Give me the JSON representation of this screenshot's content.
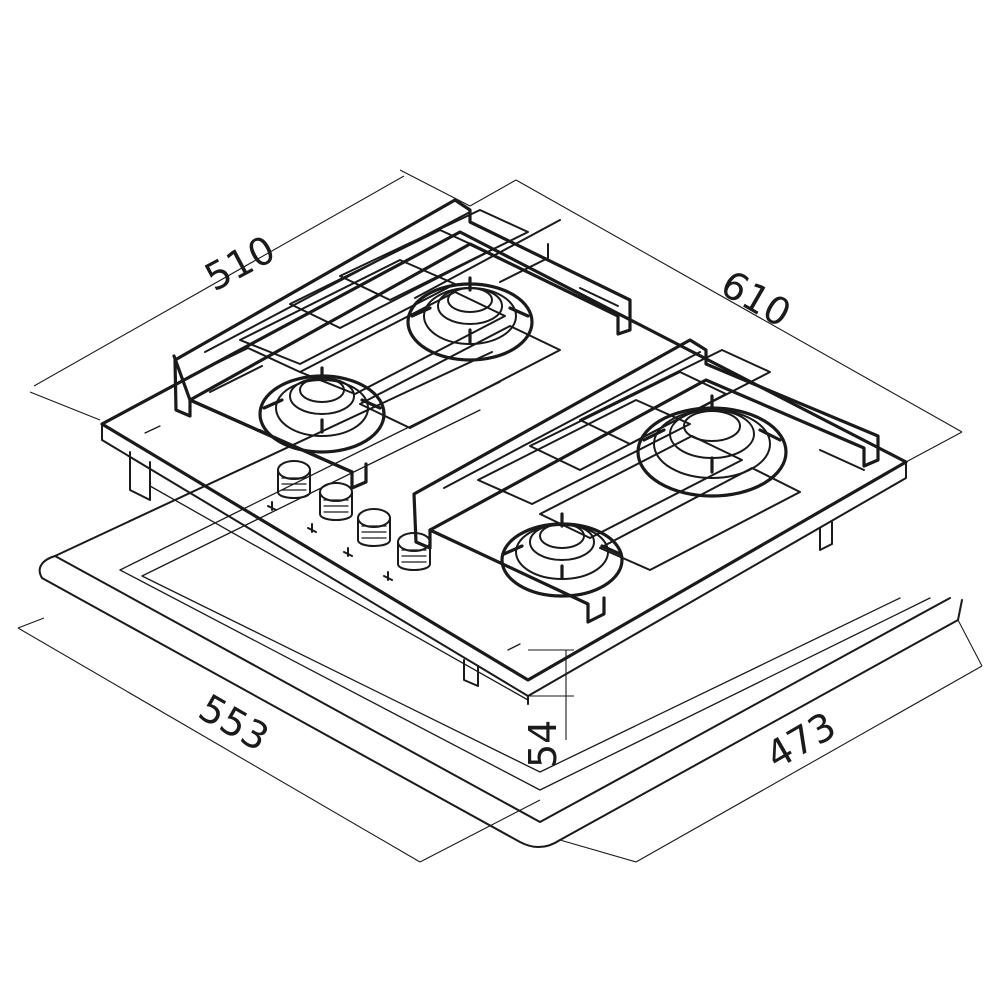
{
  "drawing": {
    "subject": "Gas hob with four burners and front control knobs above cutout outline",
    "colors": {
      "line": "#1a1a1a",
      "background": "#ffffff"
    },
    "dimensions": {
      "depth": "510",
      "width": "610",
      "cutout_width": "553",
      "cutout_depth": "473",
      "height": "54"
    },
    "burners": 4,
    "knobs": 4
  }
}
